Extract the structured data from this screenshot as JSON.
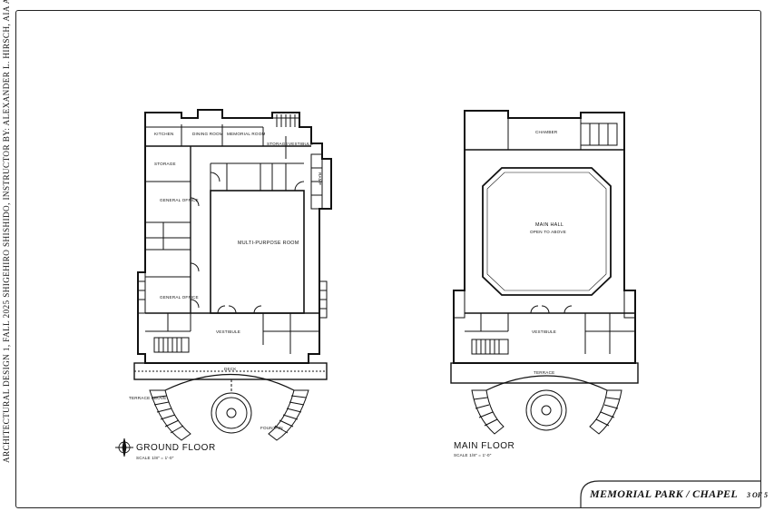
{
  "sheet": {
    "side_caption": "ARCHITECTURAL DESIGN 1, FALL 2025  SHIGEHIRO SHISHIDO, INSTRUCTOR  BY: ALEXANDER L. HIRSCH, AIA Assoc.",
    "title": "MEMORIAL PARK / CHAPEL",
    "page": "3 OF 5"
  },
  "ground_floor": {
    "title": "GROUND FLOOR",
    "scale": "SCALE 1/8\" = 1'-0\"",
    "rooms": {
      "kitchen": "KITCHEN",
      "dining": "DINING ROOM",
      "memorial": "MEMORIAL ROOM",
      "storage1": "STORAGE",
      "vestibule_rear": "VESTIBULE",
      "storage_side": "STORAGE",
      "general_office1": "GENERAL OFFICE",
      "general_office2": "GENERAL OFFICE",
      "multipurpose": "MULTI-PURPOSE ROOM",
      "vestibule": "VESTIBULE",
      "deck": "DECK",
      "terrace_above": "TERRACE ABOVE",
      "fountain": "FOUNTAIN",
      "ramp": "RAMP"
    }
  },
  "main_floor": {
    "title": "MAIN FLOOR",
    "scale": "SCALE 1/8\" = 1'-0\"",
    "rooms": {
      "chamber": "CHAMBER",
      "main_hall": "MAIN HALL",
      "main_hall_note": "OPEN TO ABOVE",
      "vestibule": "VESTIBULE",
      "terrace": "TERRACE"
    }
  }
}
